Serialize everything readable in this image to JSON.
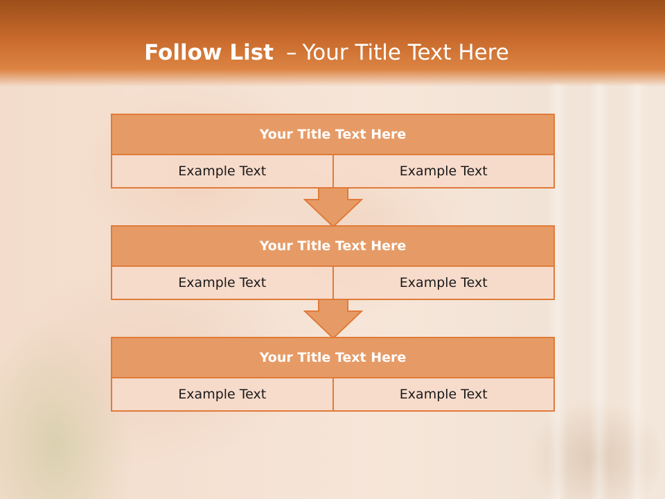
{
  "slide": {
    "title_bold": "Follow List",
    "title_separator": "–",
    "title_rest": "Your Title Text Here"
  },
  "blocks": [
    {
      "title": "Your Title Text Here",
      "left": "Example Text",
      "right": "Example Text"
    },
    {
      "title": "Your Title Text Here",
      "left": "Example Text",
      "right": "Example Text"
    },
    {
      "title": "Your Title Text Here",
      "left": "Example Text",
      "right": "Example Text"
    }
  ],
  "colors": {
    "header": "#c86a2c",
    "block_head": "#e69b66",
    "block_border": "#e07a38",
    "cell": "#f6dacb"
  },
  "icons": [
    "down-arrow-icon",
    "down-arrow-icon"
  ]
}
